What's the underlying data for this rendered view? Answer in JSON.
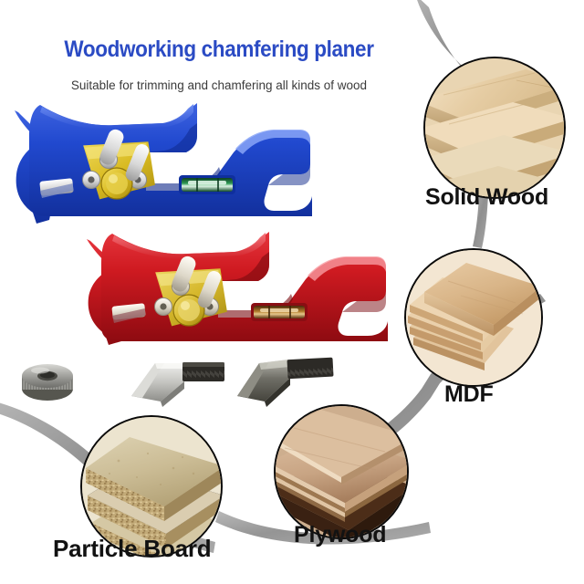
{
  "header": {
    "title": "Woodworking chamfering planer",
    "subtitle": "Suitable for trimming and chamfering all kinds of wood",
    "title_color": "#2b4bc4",
    "subtitle_color": "#3a3a3a"
  },
  "background_color": "#ffffff",
  "accent": {
    "ribbon_color": "#9a9a9a",
    "circle_border_color": "#0a0a0a",
    "planer_blue": "#1f46c8",
    "planer_red": "#c8151c",
    "brass": "#d4b423",
    "chrome": "#c9c9c9",
    "level_blue_vial": "#1d6b3a",
    "level_red_vial": "#8a5a1e"
  },
  "materials": [
    {
      "id": "solid-wood",
      "label": "Solid Wood",
      "swatch": "#e3c79a"
    },
    {
      "id": "mdf",
      "label": "MDF",
      "swatch": "#dfc096"
    },
    {
      "id": "plywood",
      "label": "Plywood",
      "swatch": "#c7a079"
    },
    {
      "id": "particle-board",
      "label": "Particle Board",
      "swatch": "#cdb68c"
    }
  ],
  "products": [
    {
      "id": "planer-blue",
      "color_name": "Blue",
      "body_color": "#1f46c8",
      "parts": [
        "brass adjustment plate",
        "knurled brass knob",
        "chrome socket screws",
        "blade",
        "spirit level"
      ]
    },
    {
      "id": "planer-red",
      "color_name": "Red",
      "body_color": "#c8151c",
      "parts": [
        "brass adjustment plate",
        "knurled brass knob",
        "chrome socket screws",
        "blade",
        "spirit level"
      ]
    }
  ],
  "accessories": [
    {
      "id": "knurled-nut",
      "name": "Knurled adjusting nut"
    },
    {
      "id": "blade-bolt-1",
      "name": "Chamfer blade with threaded bolt"
    },
    {
      "id": "blade-bolt-2",
      "name": "Chamfer blade with threaded bolt"
    }
  ]
}
